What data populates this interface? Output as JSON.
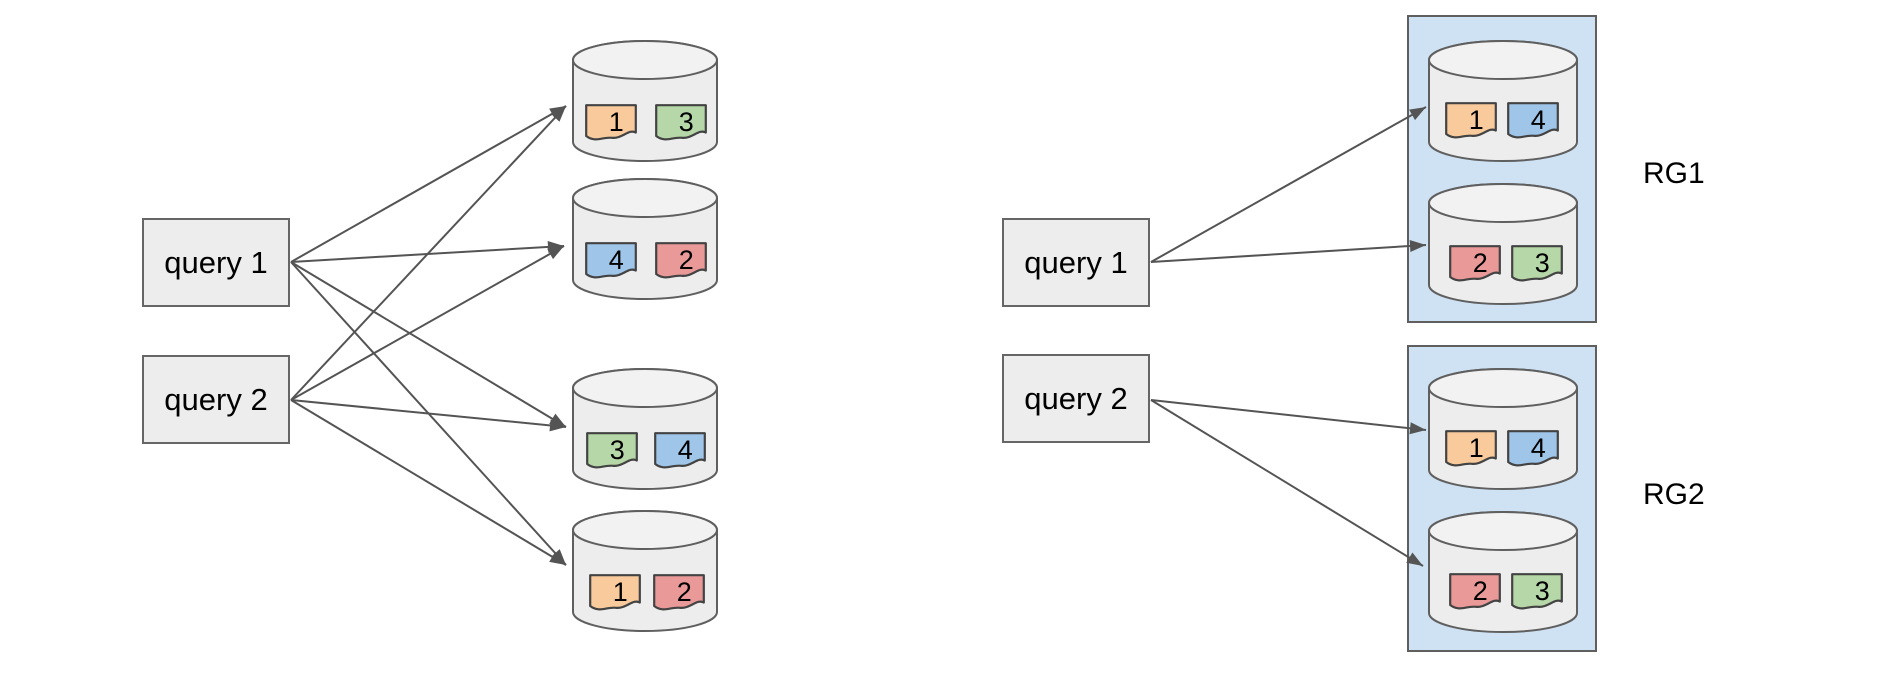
{
  "colors": {
    "shard_orange": "#f9cb9c",
    "shard_green": "#b6d7a8",
    "shard_blue": "#9fc5e8",
    "shard_red": "#ea9999",
    "node_fill": "#ededed",
    "node_border": "#5f5f5f",
    "group_fill": "#cfe2f3",
    "group_border": "#5f5f5f",
    "arrow": "#545454",
    "text": "#000000"
  },
  "left_panel": {
    "queries": [
      {
        "label": "query 1"
      },
      {
        "label": "query 2"
      }
    ],
    "cylinders": [
      {
        "docs": [
          {
            "label": "1",
            "color": "#f9cb9c"
          },
          {
            "label": "3",
            "color": "#b6d7a8"
          }
        ]
      },
      {
        "docs": [
          {
            "label": "4",
            "color": "#9fc5e8"
          },
          {
            "label": "2",
            "color": "#ea9999"
          }
        ]
      },
      {
        "docs": [
          {
            "label": "3",
            "color": "#b6d7a8"
          },
          {
            "label": "4",
            "color": "#9fc5e8"
          }
        ]
      },
      {
        "docs": [
          {
            "label": "1",
            "color": "#f9cb9c"
          },
          {
            "label": "2",
            "color": "#ea9999"
          }
        ]
      }
    ]
  },
  "right_panel": {
    "queries": [
      {
        "label": "query 1"
      },
      {
        "label": "query 2"
      }
    ],
    "groups": [
      {
        "label": "RG1",
        "cylinders": [
          {
            "docs": [
              {
                "label": "1",
                "color": "#f9cb9c"
              },
              {
                "label": "4",
                "color": "#9fc5e8"
              }
            ]
          },
          {
            "docs": [
              {
                "label": "2",
                "color": "#ea9999"
              },
              {
                "label": "3",
                "color": "#b6d7a8"
              }
            ]
          }
        ]
      },
      {
        "label": "RG2",
        "cylinders": [
          {
            "docs": [
              {
                "label": "1",
                "color": "#f9cb9c"
              },
              {
                "label": "4",
                "color": "#9fc5e8"
              }
            ]
          },
          {
            "docs": [
              {
                "label": "2",
                "color": "#ea9999"
              },
              {
                "label": "3",
                "color": "#b6d7a8"
              }
            ]
          }
        ]
      }
    ]
  }
}
